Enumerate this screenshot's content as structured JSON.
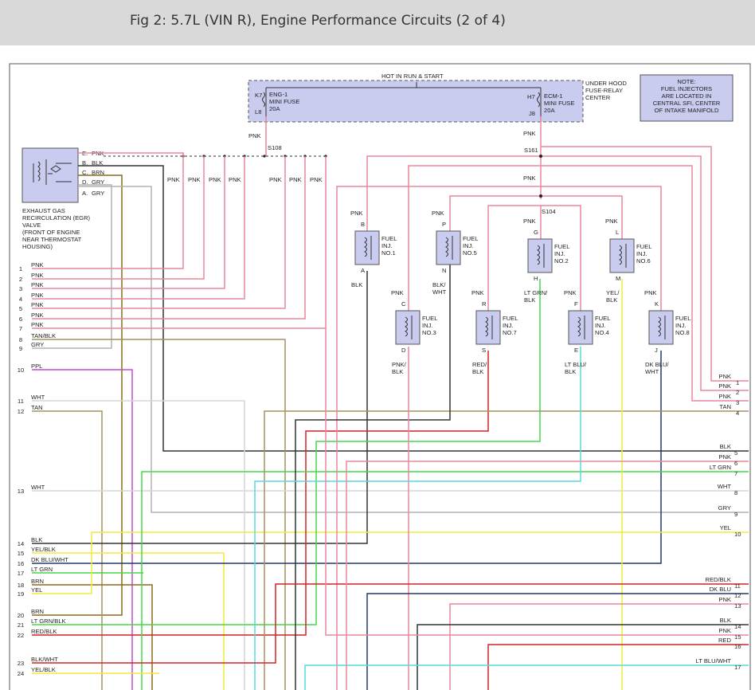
{
  "header": {
    "title": "Fig 2: 5.7L (VIN R), Engine Performance Circuits (2 of 4)"
  },
  "colors": {
    "PNK": "#e8879b",
    "BLK": "#333333",
    "BRN": "#8a6a1f",
    "GRY": "#b4b4b4",
    "TAN": "#a59262",
    "PPL": "#c04ad6",
    "WHT": "#d6d6d6",
    "YEL": "#f2ea3a",
    "LT GRN": "#43d94a",
    "DK BLU": "#223a68",
    "RED": "#d42424",
    "LT BLU": "#54dcdc",
    "FUSE": "#c9cbef"
  },
  "fuse_box": {
    "hot_label": "HOT IN RUN & START",
    "eng_fuse": {
      "top_pin": "K7",
      "bottom_pin": "L8",
      "name": "ENG-1",
      "type": "MINI FUSE",
      "amps": "20A"
    },
    "ecm_fuse": {
      "top_pin": "H7",
      "bottom_pin": "J8",
      "name": "ECM-1",
      "type": "MINI FUSE",
      "amps": "20A"
    },
    "center_label": [
      "UNDER HOOD",
      "FUSE-RELAY",
      "CENTER"
    ]
  },
  "note": [
    "NOTE:",
    "FUEL INJECTORS",
    "ARE LOCATED IN",
    "CENTRAL SFI, CENTER",
    "OF INTAKE MANIFOLD"
  ],
  "splices": {
    "s108": "S108",
    "s161": "S161",
    "s104": "S104"
  },
  "egr": {
    "pins": [
      {
        "pin": "E",
        "color": "PNK"
      },
      {
        "pin": "B",
        "color": "BLK"
      },
      {
        "pin": "C",
        "color": "BRN"
      },
      {
        "pin": "D",
        "color": "GRY"
      },
      {
        "pin": "A",
        "color": "GRY"
      }
    ],
    "label": [
      "EXHAUST GAS",
      "RECIRCULATION (EGR)",
      "VALVE",
      "(FRONT OF ENGINE",
      "NEAR THERMOSTAT",
      "HOUSING)"
    ]
  },
  "injectors": [
    {
      "no": "FUEL INJ. NO.1",
      "top_pin": "B",
      "bottom_pin": "A",
      "in_color": "PNK",
      "out_color": [
        "BLK"
      ]
    },
    {
      "no": "FUEL INJ. NO.5",
      "top_pin": "P",
      "bottom_pin": "N",
      "in_color": "PNK",
      "out_color": [
        "BLK/",
        "WHT"
      ]
    },
    {
      "no": "FUEL INJ. NO.2",
      "top_pin": "G",
      "bottom_pin": "H",
      "in_color": "PNK",
      "out_color": [
        "LT GRN/",
        "BLK"
      ]
    },
    {
      "no": "FUEL INJ. NO.6",
      "top_pin": "L",
      "bottom_pin": "M",
      "in_color": "PNK",
      "out_color": [
        "YEL/",
        "BLK"
      ]
    },
    {
      "no": "FUEL INJ. NO.3",
      "top_pin": "C",
      "bottom_pin": "D",
      "in_color": "PNK",
      "out_color": [
        "PNK/",
        "BLK"
      ]
    },
    {
      "no": "FUEL INJ. NO.7",
      "top_pin": "R",
      "bottom_pin": "S",
      "in_color": "PNK",
      "out_color": [
        "RED/",
        "BLK"
      ]
    },
    {
      "no": "FUEL INJ. NO.4",
      "top_pin": "F",
      "bottom_pin": "E",
      "in_color": "PNK",
      "out_color": [
        "LT BLU/",
        "BLK"
      ]
    },
    {
      "no": "FUEL INJ. NO.8",
      "top_pin": "K",
      "bottom_pin": "J",
      "in_color": "PNK",
      "out_color": [
        "DK BLU/",
        "WHT"
      ]
    }
  ],
  "left_pins": [
    {
      "n": "1",
      "label": "PNK"
    },
    {
      "n": "2",
      "label": "PNK"
    },
    {
      "n": "3",
      "label": "PNK"
    },
    {
      "n": "4",
      "label": "PNK"
    },
    {
      "n": "5",
      "label": "PNK"
    },
    {
      "n": "6",
      "label": "PNK"
    },
    {
      "n": "7",
      "label": "PNK"
    },
    {
      "n": "8",
      "label": "TAN/BLK"
    },
    {
      "n": "9",
      "label": "GRY"
    },
    {
      "n": "10",
      "label": "PPL"
    },
    {
      "n": "11",
      "label": "WHT"
    },
    {
      "n": "12",
      "label": "TAN"
    },
    {
      "n": "13",
      "label": "WHT"
    },
    {
      "n": "14",
      "label": "BLK"
    },
    {
      "n": "15",
      "label": "YEL/BLK"
    },
    {
      "n": "16",
      "label": "DK BLU/WHT"
    },
    {
      "n": "17",
      "label": "LT GRN"
    },
    {
      "n": "18",
      "label": "BRN"
    },
    {
      "n": "19",
      "label": "YEL"
    },
    {
      "n": "20",
      "label": "BRN"
    },
    {
      "n": "21",
      "label": "LT GRN/BLK"
    },
    {
      "n": "22",
      "label": "RED/BLK"
    },
    {
      "n": "23",
      "label": "BLK/WHT"
    },
    {
      "n": "24",
      "label": "YEL/BLK"
    }
  ],
  "right_pins_a": [
    {
      "n": "1",
      "label": "PNK"
    },
    {
      "n": "2",
      "label": "PNK"
    },
    {
      "n": "3",
      "label": "PNK"
    },
    {
      "n": "4",
      "label": "TAN"
    }
  ],
  "right_pins_b": [
    {
      "n": "5",
      "label": "BLK"
    },
    {
      "n": "6",
      "label": "PNK"
    },
    {
      "n": "7",
      "label": "LT GRN"
    },
    {
      "n": "8",
      "label": "WHT"
    },
    {
      "n": "9",
      "label": "GRY"
    },
    {
      "n": "10",
      "label": "YEL"
    },
    {
      "n": "11",
      "label": "RED/BLK"
    },
    {
      "n": "12",
      "label": "DK BLU"
    },
    {
      "n": "13",
      "label": "PNK"
    },
    {
      "n": "14",
      "label": "BLK"
    },
    {
      "n": "15",
      "label": "PNK"
    },
    {
      "n": "16",
      "label": "RED"
    },
    {
      "n": "17",
      "label": "LT BLU/WHT"
    }
  ],
  "wire_label": "PNK"
}
